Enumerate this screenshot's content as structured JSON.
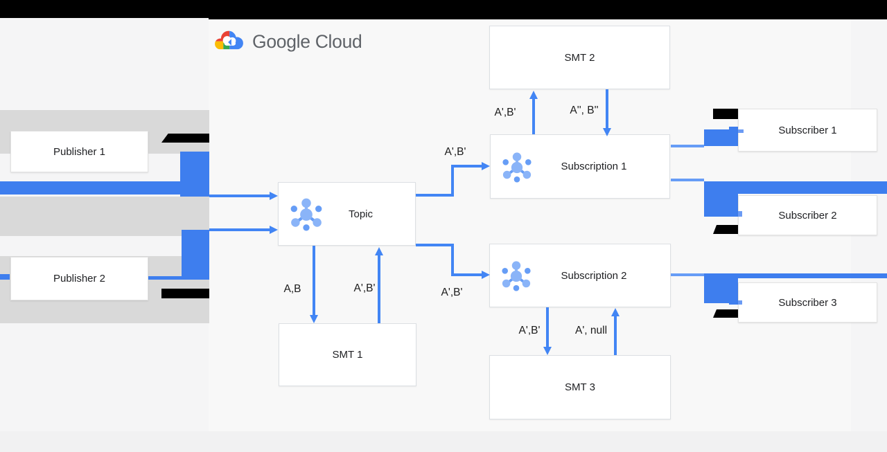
{
  "logo": {
    "text": "Google Cloud"
  },
  "publishers": [
    {
      "label": "Publisher 1"
    },
    {
      "label": "Publisher 2"
    }
  ],
  "nodes": {
    "topic": {
      "label": "Topic",
      "icon": "pubsub-topic-icon"
    },
    "smt1": {
      "label": "SMT 1"
    },
    "smt2": {
      "label": "SMT 2"
    },
    "smt3": {
      "label": "SMT 3"
    },
    "subscription1": {
      "label": "Subscription 1",
      "icon": "pubsub-subscription-icon"
    },
    "subscription2": {
      "label": "Subscription 2",
      "icon": "pubsub-subscription-icon"
    }
  },
  "subscribers": [
    {
      "label": "Subscriber 1"
    },
    {
      "label": "Subscriber 2"
    },
    {
      "label": "Subscriber 3"
    }
  ],
  "edges": {
    "topic_to_subscription1": "A',B'",
    "topic_to_subscription2": "A',B'",
    "topic_to_smt1": "A,B",
    "smt1_to_topic": "A',B'",
    "subscription1_to_smt2": "A',B'",
    "smt2_to_subscription1": "A'', B''",
    "subscription2_to_smt3": "A',B'",
    "smt3_to_subscription2": "A', null"
  },
  "colors": {
    "arrow_blue": "#4285f4",
    "glitch_bar_blue": "#3e7eee",
    "band_gray": "#d9d9d9",
    "logo_text_gray": "#5f6368",
    "top_bar_black": "#000000"
  }
}
